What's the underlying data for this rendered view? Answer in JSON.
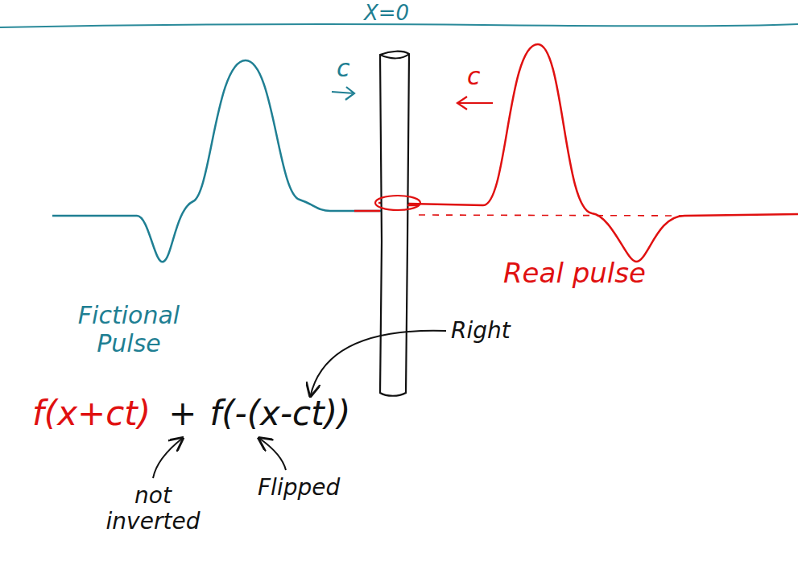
{
  "diagram": {
    "labels": [
      "X=0",
      "c",
      "c",
      "Fictional Pulse",
      "Real pulse",
      "f(x+ct)",
      "+",
      "f(-(x-ct))",
      "not inverted",
      "Flipped",
      "Right"
    ]
  }
}
